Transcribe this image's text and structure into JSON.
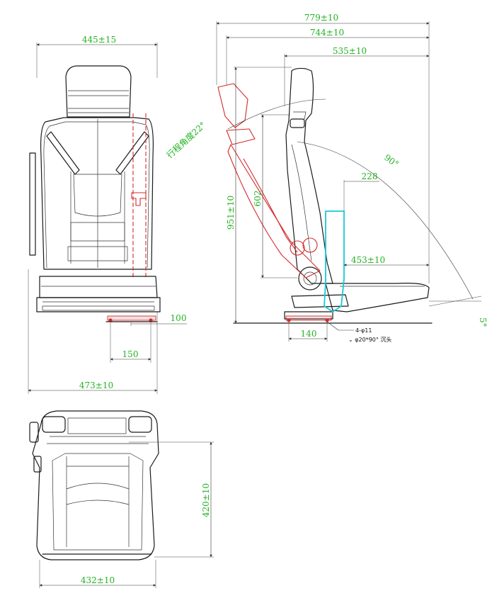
{
  "views": {
    "front": {
      "dims": {
        "width_top": "445±15",
        "width_bottom": "473±10",
        "mount_100": "100",
        "mount_150": "150"
      }
    },
    "side": {
      "dims": {
        "overall_779": "779±10",
        "overall_744": "744±10",
        "backrest_535": "535±10",
        "height_951": "951±10",
        "backrest_602": "602",
        "lumbar_228": "228",
        "seat_453": "453±10",
        "rail_140": "140",
        "tilt_5": "5°",
        "back_90": "90°"
      },
      "travel_label": "行程角度22°",
      "hole_note": "4-φ11",
      "countersink_note": "⌄ φ20*90° 沉头"
    },
    "top": {
      "dims": {
        "width_432": "432±10",
        "depth_420": "420±10"
      }
    }
  },
  "colors": {
    "dimension": "#22b222",
    "travel_outline": "#d42b2b",
    "lumbar_outline": "#18c8d8",
    "line": "#1a1a1a"
  }
}
